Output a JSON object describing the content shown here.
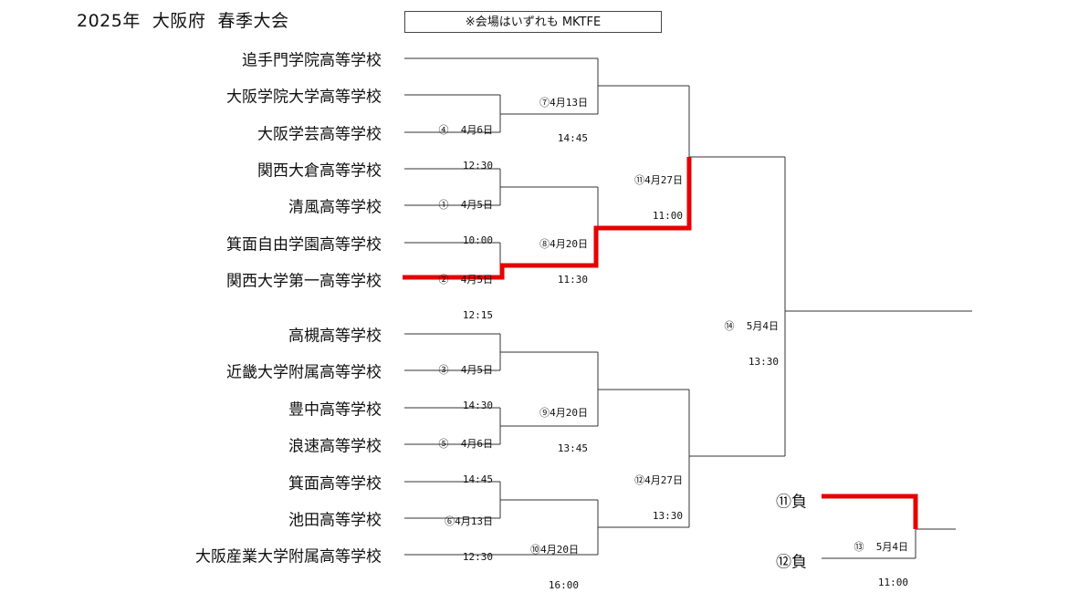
{
  "header": {
    "title": "2025年  大阪府  春季大会",
    "venue_note": "※会場はいずれも  MKTFE"
  },
  "teams": [
    "追手門学院高等学校",
    "大阪学院大学高等学校",
    "大阪学芸高等学校",
    "関西大倉高等学校",
    "清風高等学校",
    "箕面自由学園高等学校",
    "関西大学第一高等学校",
    "高槻高等学校",
    "近畿大学附属高等学校",
    "豊中高等学校",
    "浪速高等学校",
    "箕面高等学校",
    "池田高等学校",
    "大阪産業大学附属高等学校"
  ],
  "matches": [
    {
      "id": "m1",
      "label": "①  4月5日",
      "time": "10:00"
    },
    {
      "id": "m2",
      "label": "②  4月5日",
      "time": "12:15"
    },
    {
      "id": "m3",
      "label": "③  4月5日",
      "time": "14:30"
    },
    {
      "id": "m4",
      "label": "④  4月6日",
      "time": "12:30"
    },
    {
      "id": "m5",
      "label": "⑤  4月6日",
      "time": "14:45"
    },
    {
      "id": "m6",
      "label": "⑥4月13日",
      "time": "12:30"
    },
    {
      "id": "m7",
      "label": "⑦4月13日",
      "time": "14:45"
    },
    {
      "id": "m8",
      "label": "⑧4月20日",
      "time": "11:30"
    },
    {
      "id": "m9",
      "label": "⑨4月20日",
      "time": "13:45"
    },
    {
      "id": "m10",
      "label": "⑩4月20日",
      "time": "16:00"
    },
    {
      "id": "m11",
      "label": "⑪4月27日",
      "time": "11:00"
    },
    {
      "id": "m12",
      "label": "⑫4月27日",
      "time": "13:30"
    },
    {
      "id": "m13",
      "label": "⑬  5月4日",
      "time": "11:00"
    },
    {
      "id": "m14",
      "label": "⑭  5月4日",
      "time": "13:30"
    }
  ],
  "losers": {
    "top": "⑪負",
    "bottom": "⑫負"
  },
  "colors": {
    "winner_path": "#e60000",
    "lines": "#333333"
  }
}
